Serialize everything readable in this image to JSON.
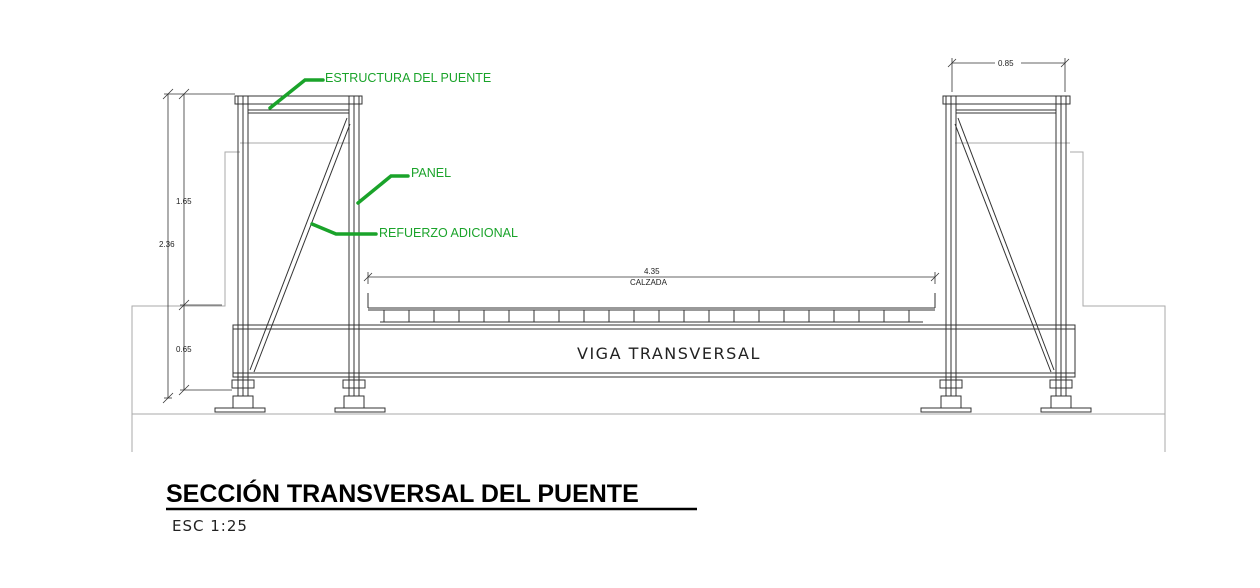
{
  "labels": {
    "estructura": "ESTRUCTURA DEL PUENTE",
    "panel": "PANEL",
    "refuerzo": "REFUERZO ADICIONAL",
    "viga": "VIGA TRANSVERSAL",
    "calzada": "CALZADA"
  },
  "dimensions": {
    "total_height": "2.36",
    "upper_height": "1.65",
    "lower_height": "0.65",
    "roadway_width": "4.35",
    "panel_width": "0.85"
  },
  "title": "SECCIÓN TRANSVERSAL DEL PUENTE",
  "scale": "ESC  1:25",
  "colors": {
    "callout": "#1aa32a",
    "linework": "#333333",
    "background_lines": "#aaaaaa"
  }
}
